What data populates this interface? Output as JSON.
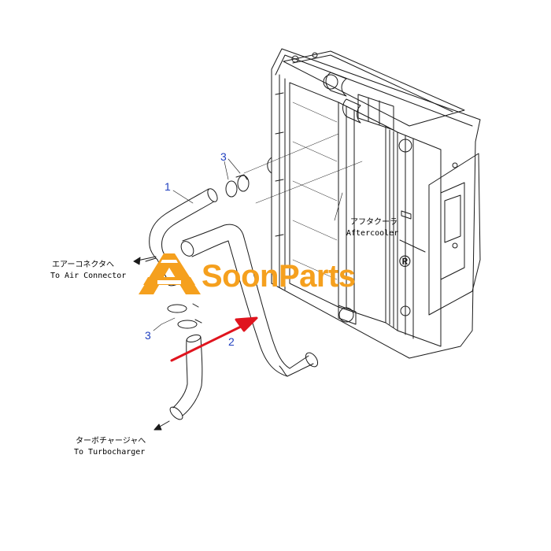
{
  "callouts": {
    "hose_1": "1",
    "hose_2": "2",
    "clamp_upper": "3",
    "clamp_lower": "3"
  },
  "labels": {
    "aftercooler_jp": "アフタクーラ",
    "aftercooler_en": "Aftercooler",
    "air_connector_jp": "エアーコネクタへ",
    "air_connector_en": "To Air Connector",
    "turbocharger_jp": "ターボチャージャへ",
    "turbocharger_en": "To Turbocharger"
  },
  "watermark": {
    "text": "SoonParts",
    "registered": "®"
  },
  "colors": {
    "line": "#1a1a1a",
    "callout": "#1f3fbf",
    "arrow": "#e0141e",
    "brand": "#f5a01e"
  },
  "icons": {
    "brand_logo": "soonparts-logo-icon",
    "pointer": "red-arrow-icon"
  }
}
